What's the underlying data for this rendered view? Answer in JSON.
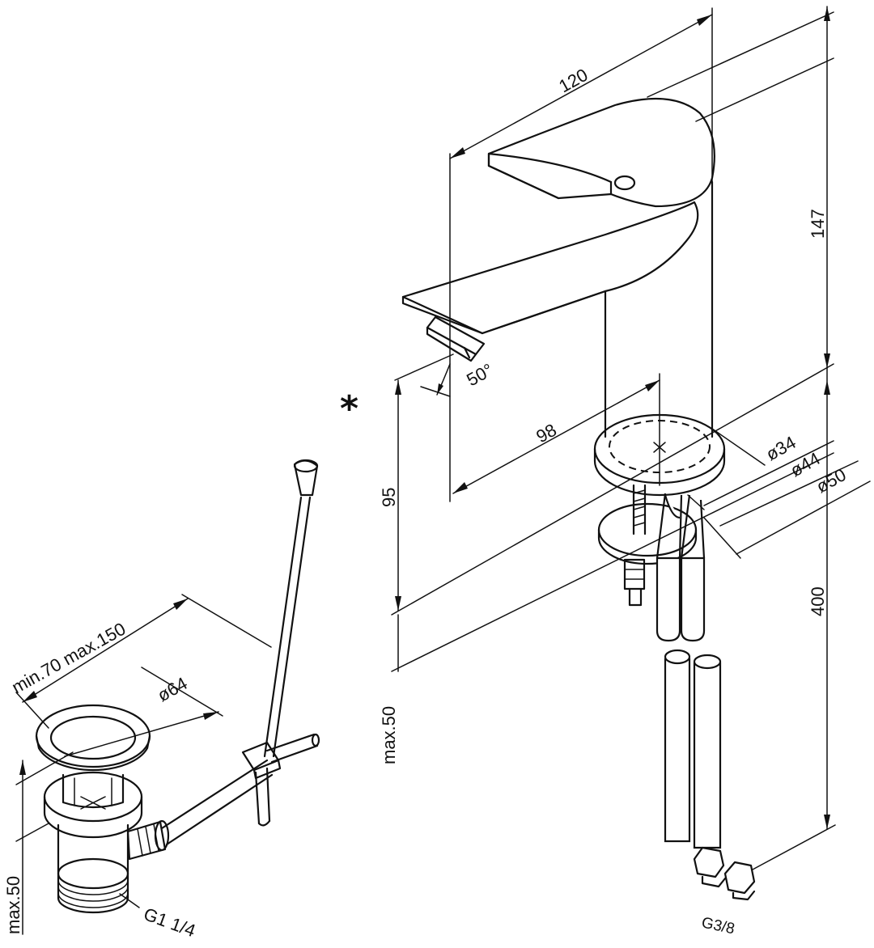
{
  "diagram": {
    "mark": "*",
    "dimensions": {
      "spout_reach_120": "120",
      "total_height_147": "147",
      "spout_height_95": "95",
      "axis_to_spout_98": "98",
      "aerator_angle": "50°",
      "body_dia_34": "ø34",
      "base_dia_44": "ø44",
      "base_dia_50": "ø50",
      "hose_length_400": "400",
      "max_deck_faucet": "max.50",
      "drain_rod_range": "min.70 max.150",
      "drain_dia_64": "ø64",
      "max_deck_drain": "max.50",
      "drain_thread": "G1 1/4",
      "hose_thread": "G3/8"
    }
  }
}
